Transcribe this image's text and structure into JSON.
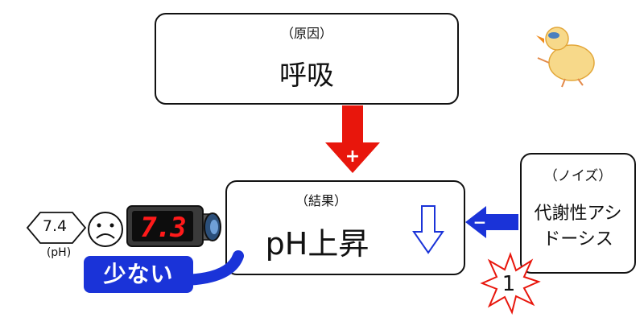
{
  "cause": {
    "tag": "（原因）",
    "label": "呼吸"
  },
  "result": {
    "tag": "（結果）",
    "label": "pH上昇"
  },
  "noise": {
    "tag": "（ノイズ）",
    "label_line1": "代謝性アシ",
    "label_line2": "ドーシス"
  },
  "connectors": {
    "cause_to_result_sign": "+",
    "noise_to_result_sign": "−"
  },
  "indicator": {
    "reference_value": "7.4",
    "reference_caption": "(pH)",
    "meter_reading": "7.3",
    "low_label": "少ない",
    "noise_badge": "1"
  },
  "colors": {
    "positive_arrow": "#e8160c",
    "negative_arrow": "#1a33d8",
    "down_arrow": "#1a33d8",
    "meter_digits": "#ff1a1a",
    "badge_outline": "#e8160c"
  }
}
